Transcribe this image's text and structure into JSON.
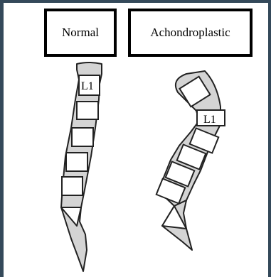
{
  "panels": {
    "normal": {
      "label": "Normal",
      "vertebra_label": "L1"
    },
    "achondroplastic": {
      "label": "Achondroplastic",
      "vertebra_label": "L1"
    }
  },
  "colors": {
    "frame": "#34495a",
    "spine_fill": "#d4d4d4",
    "stroke": "#222222",
    "vertebra_fill": "#ffffff"
  }
}
